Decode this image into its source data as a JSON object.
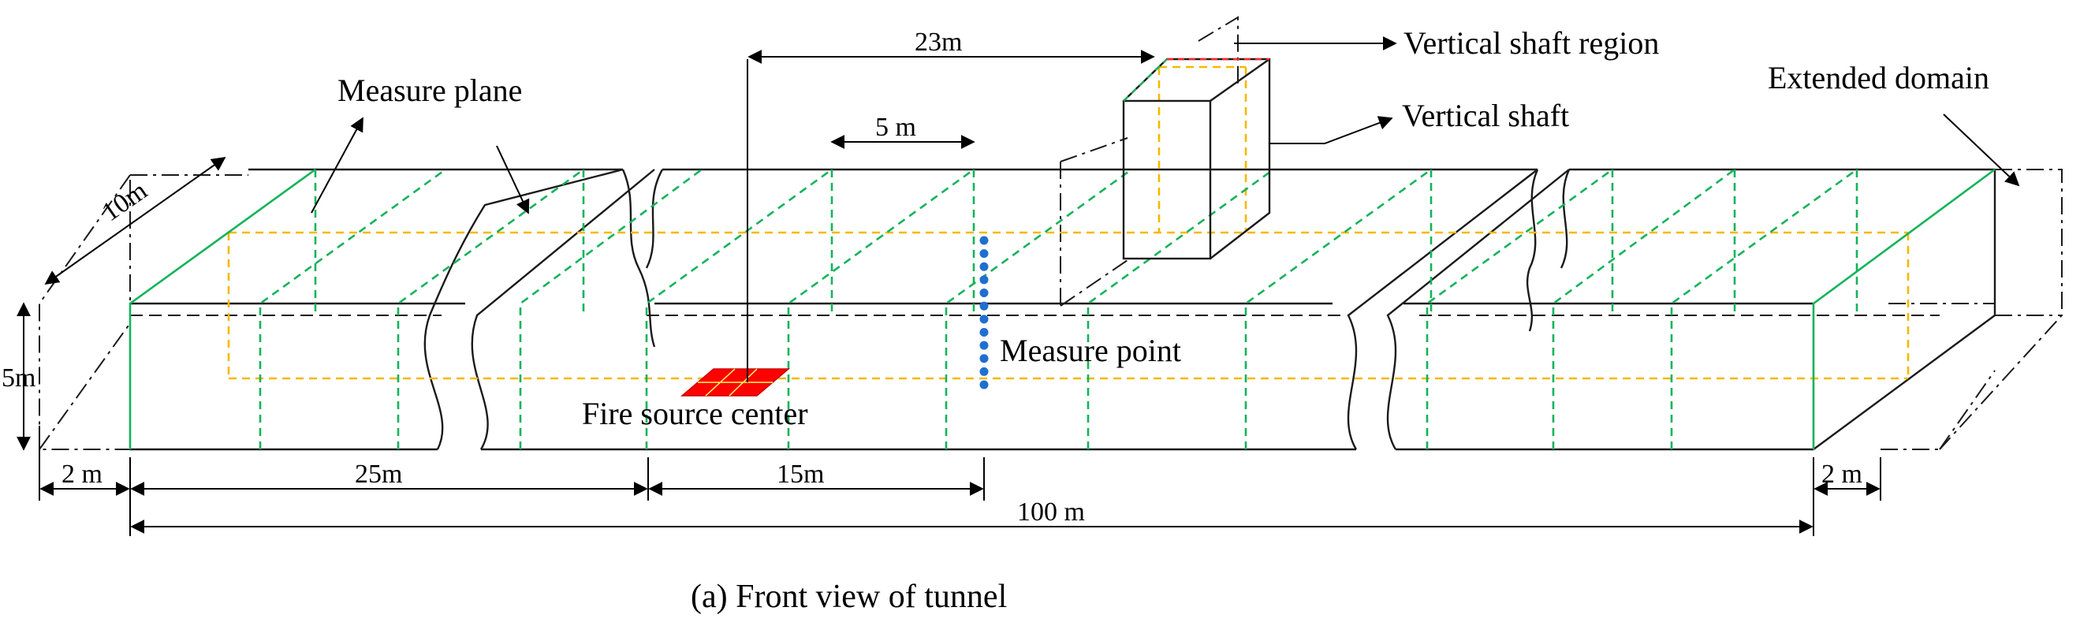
{
  "labels": {
    "measure_plane": "Measure plane",
    "vertical_shaft_region": "Vertical shaft region",
    "vertical_shaft": "Vertical shaft",
    "extended_domain": "Extended domain",
    "measure_point": "Measure point",
    "fire_source_center": "Fire source center"
  },
  "dimensions": {
    "width_10m": "10m",
    "height_5m": "5m",
    "ext_left_2m": "2 m",
    "ext_right_2m": "2 m",
    "fire_pos_25m": "25m",
    "measure_pos_15m": "15m",
    "length_100m": "100 m",
    "shaft_pos_23m": "23m",
    "spacing_5m": "5 m"
  },
  "caption": "(a) Front view of tunnel",
  "colors": {
    "tunnel_outline": "#1a1a1a",
    "measure_plane_lines": "#14b35a",
    "shaft_region_lines": "#f5b800",
    "fire_source": "#ff0000",
    "measure_points": "#1f6fcf"
  }
}
